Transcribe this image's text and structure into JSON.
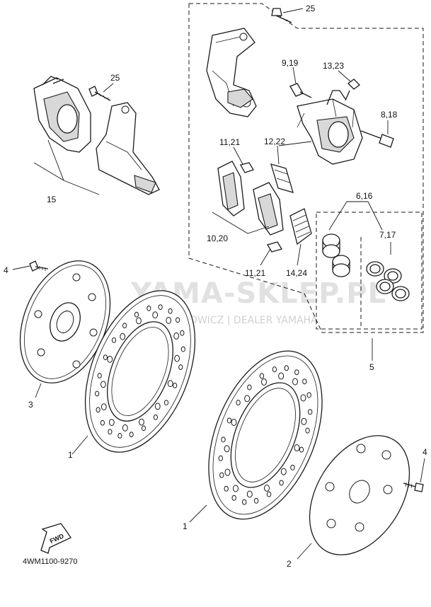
{
  "watermark": {
    "main": "YAMA-SKLEP.PL",
    "sub": "GOLIECHOWICZ | DEALER YAMAHA",
    "logo_color": "#e05a5a"
  },
  "fwd_label": "FWD",
  "diagram_code": "4WM1100-9270",
  "callouts": [
    {
      "id": "25-top",
      "text": "25"
    },
    {
      "id": "25-left",
      "text": "25"
    },
    {
      "id": "9-19",
      "text": "9,19"
    },
    {
      "id": "13-23",
      "text": "13,23"
    },
    {
      "id": "8-18",
      "text": "8,18"
    },
    {
      "id": "11-21-top",
      "text": "11,21"
    },
    {
      "id": "12-22",
      "text": "12,22"
    },
    {
      "id": "15",
      "text": "15"
    },
    {
      "id": "6-16",
      "text": "6,16"
    },
    {
      "id": "7-17",
      "text": "7,17"
    },
    {
      "id": "10-20",
      "text": "10,20"
    },
    {
      "id": "11-21-bottom",
      "text": "11,21"
    },
    {
      "id": "14-24",
      "text": "14,24"
    },
    {
      "id": "4-left",
      "text": "4"
    },
    {
      "id": "5",
      "text": "5"
    },
    {
      "id": "3",
      "text": "3"
    },
    {
      "id": "1-left",
      "text": "1"
    },
    {
      "id": "4-right",
      "text": "4"
    },
    {
      "id": "1-bottom",
      "text": "1"
    },
    {
      "id": "2",
      "text": "2"
    }
  ]
}
